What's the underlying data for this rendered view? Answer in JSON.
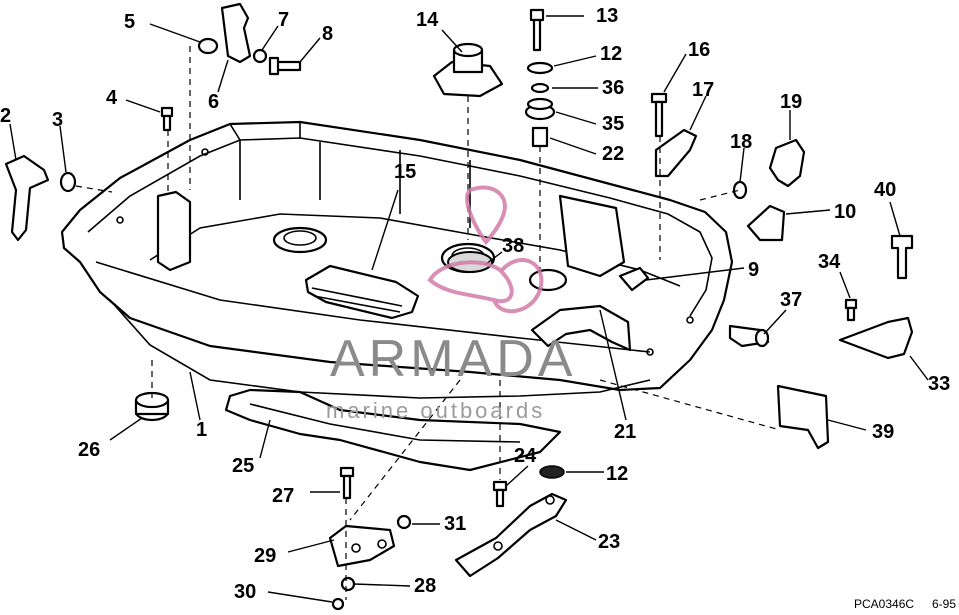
{
  "callouts": [
    {
      "id": "c1",
      "label": "1"
    },
    {
      "id": "c2",
      "label": "2"
    },
    {
      "id": "c3",
      "label": "3"
    },
    {
      "id": "c4",
      "label": "4"
    },
    {
      "id": "c5",
      "label": "5"
    },
    {
      "id": "c6",
      "label": "6"
    },
    {
      "id": "c7",
      "label": "7"
    },
    {
      "id": "c8",
      "label": "8"
    },
    {
      "id": "c9",
      "label": "9"
    },
    {
      "id": "c10",
      "label": "10"
    },
    {
      "id": "c12a",
      "label": "12"
    },
    {
      "id": "c12b",
      "label": "12"
    },
    {
      "id": "c13",
      "label": "13"
    },
    {
      "id": "c14",
      "label": "14"
    },
    {
      "id": "c15",
      "label": "15"
    },
    {
      "id": "c16",
      "label": "16"
    },
    {
      "id": "c17",
      "label": "17"
    },
    {
      "id": "c18",
      "label": "18"
    },
    {
      "id": "c19",
      "label": "19"
    },
    {
      "id": "c21",
      "label": "21"
    },
    {
      "id": "c22",
      "label": "22"
    },
    {
      "id": "c23",
      "label": "23"
    },
    {
      "id": "c24",
      "label": "24"
    },
    {
      "id": "c25",
      "label": "25"
    },
    {
      "id": "c26",
      "label": "26"
    },
    {
      "id": "c27",
      "label": "27"
    },
    {
      "id": "c28",
      "label": "28"
    },
    {
      "id": "c29",
      "label": "29"
    },
    {
      "id": "c30",
      "label": "30"
    },
    {
      "id": "c31",
      "label": "31"
    },
    {
      "id": "c33",
      "label": "33"
    },
    {
      "id": "c34",
      "label": "34"
    },
    {
      "id": "c35",
      "label": "35"
    },
    {
      "id": "c36",
      "label": "36"
    },
    {
      "id": "c37",
      "label": "37"
    },
    {
      "id": "c38",
      "label": "38"
    },
    {
      "id": "c39",
      "label": "39"
    },
    {
      "id": "c40",
      "label": "40"
    }
  ],
  "watermark": {
    "brand": "ARMADA",
    "tagline": "marine outboards",
    "logo_color": "#d27aa8"
  },
  "footer": {
    "drawing_code": "PCA0346C",
    "date_code": "6-95"
  }
}
